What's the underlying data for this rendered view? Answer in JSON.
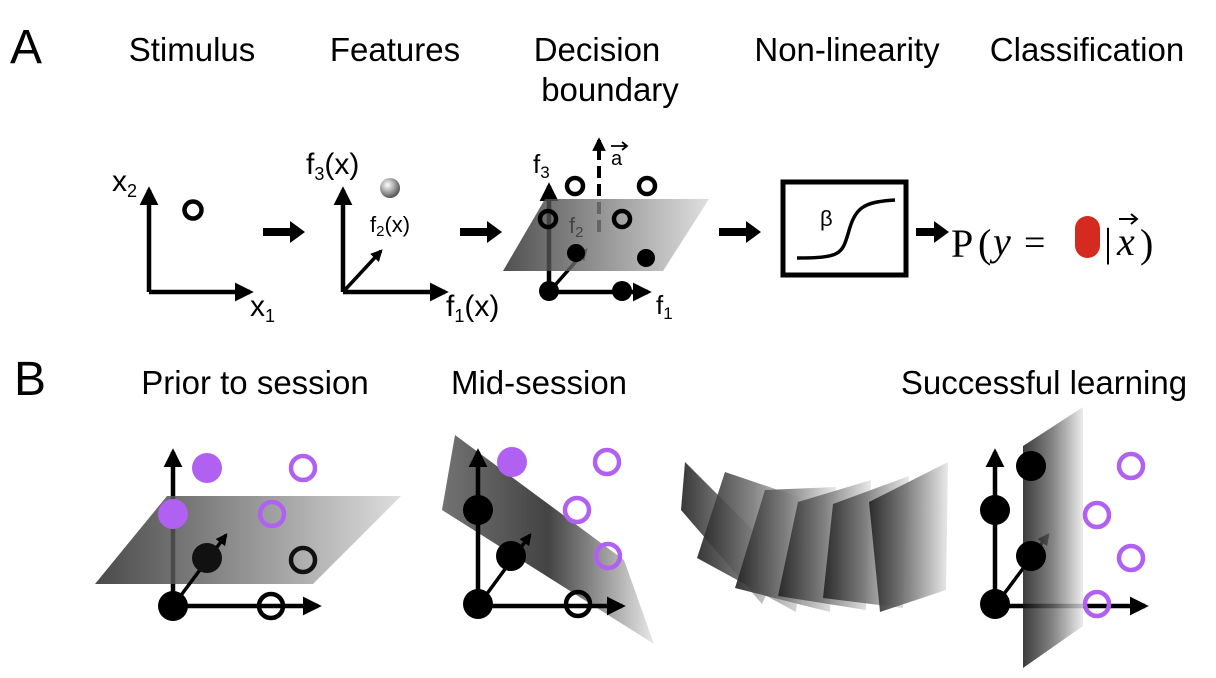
{
  "panel_a": {
    "label": "A",
    "stages": {
      "stimulus": "Stimulus",
      "features": "Features",
      "decision_line1": "Decision",
      "decision_line2": "boundary",
      "nonlinearity": "Non-linearity",
      "classification": "Classification"
    },
    "stimulus_axes": {
      "x_main": "x",
      "x_sub": "1",
      "y_main": "x",
      "y_sub": "2"
    },
    "feature_axes": {
      "f1": "f",
      "f1_sub": "1",
      "f1_arg": "(x)",
      "f2": "f",
      "f2_sub": "2",
      "f2_arg": "(x)",
      "f3": "f",
      "f3_sub": "3",
      "f3_arg": "(x)"
    },
    "boundary_axes": {
      "f1": "f",
      "f1_sub": "1",
      "f2": "f",
      "f2_sub": "2",
      "f3": "f",
      "f3_sub": "3",
      "normal": "a"
    },
    "sigmoid_param": "β",
    "formula": {
      "p": "P",
      "open": "(",
      "y": "y",
      "eq": "=",
      "bar": "|",
      "x": "x",
      "close": ")"
    }
  },
  "panel_b": {
    "label": "B",
    "titles": {
      "prior": "Prior to session",
      "mid": "Mid-session",
      "success": "Successful learning"
    }
  },
  "colors": {
    "category_a": "#b061f2",
    "category_b": "#111111",
    "highlight": "#d42a1f",
    "plane_dark": "#0f0f0f",
    "plane_light": "#cfcfcf"
  }
}
